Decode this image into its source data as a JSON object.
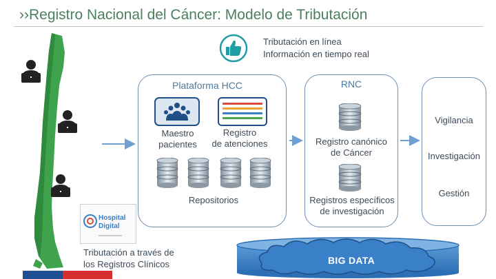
{
  "header": {
    "title": "››Registro Nacional del Cáncer: Modelo de Tributación"
  },
  "callout": {
    "line1": "Tributación en línea",
    "line2": "Información en tiempo real"
  },
  "plataforma": {
    "title": "Plataforma HCC",
    "maestro": "Maestro\npacientes",
    "registro": "Registro\nde atenciones",
    "repositorios": "Repositorios"
  },
  "rnc": {
    "title": "RNC",
    "canonico": "Registro canónico\nde Cáncer",
    "especificos": "Registros específicos\nde investigación"
  },
  "uses": {
    "vigilancia": "Vigilancia",
    "investigacion": "Investigación",
    "gestion": "Gestión"
  },
  "left_caption": "Tributación a través de\nlos Registros Clínicos",
  "logo": {
    "line1": "Hospital",
    "line2": "Digital"
  },
  "bigdata": "BIG DATA",
  "colors": {
    "map_green": "#3fa34d",
    "panel_border": "#6c8fb3",
    "arrow": "#6fa0d0",
    "bigdata_blue": "#3a80c9",
    "flag_blue": "#1f4e93",
    "flag_red": "#d62e2e",
    "thumb_teal": "#1f9ea3"
  }
}
